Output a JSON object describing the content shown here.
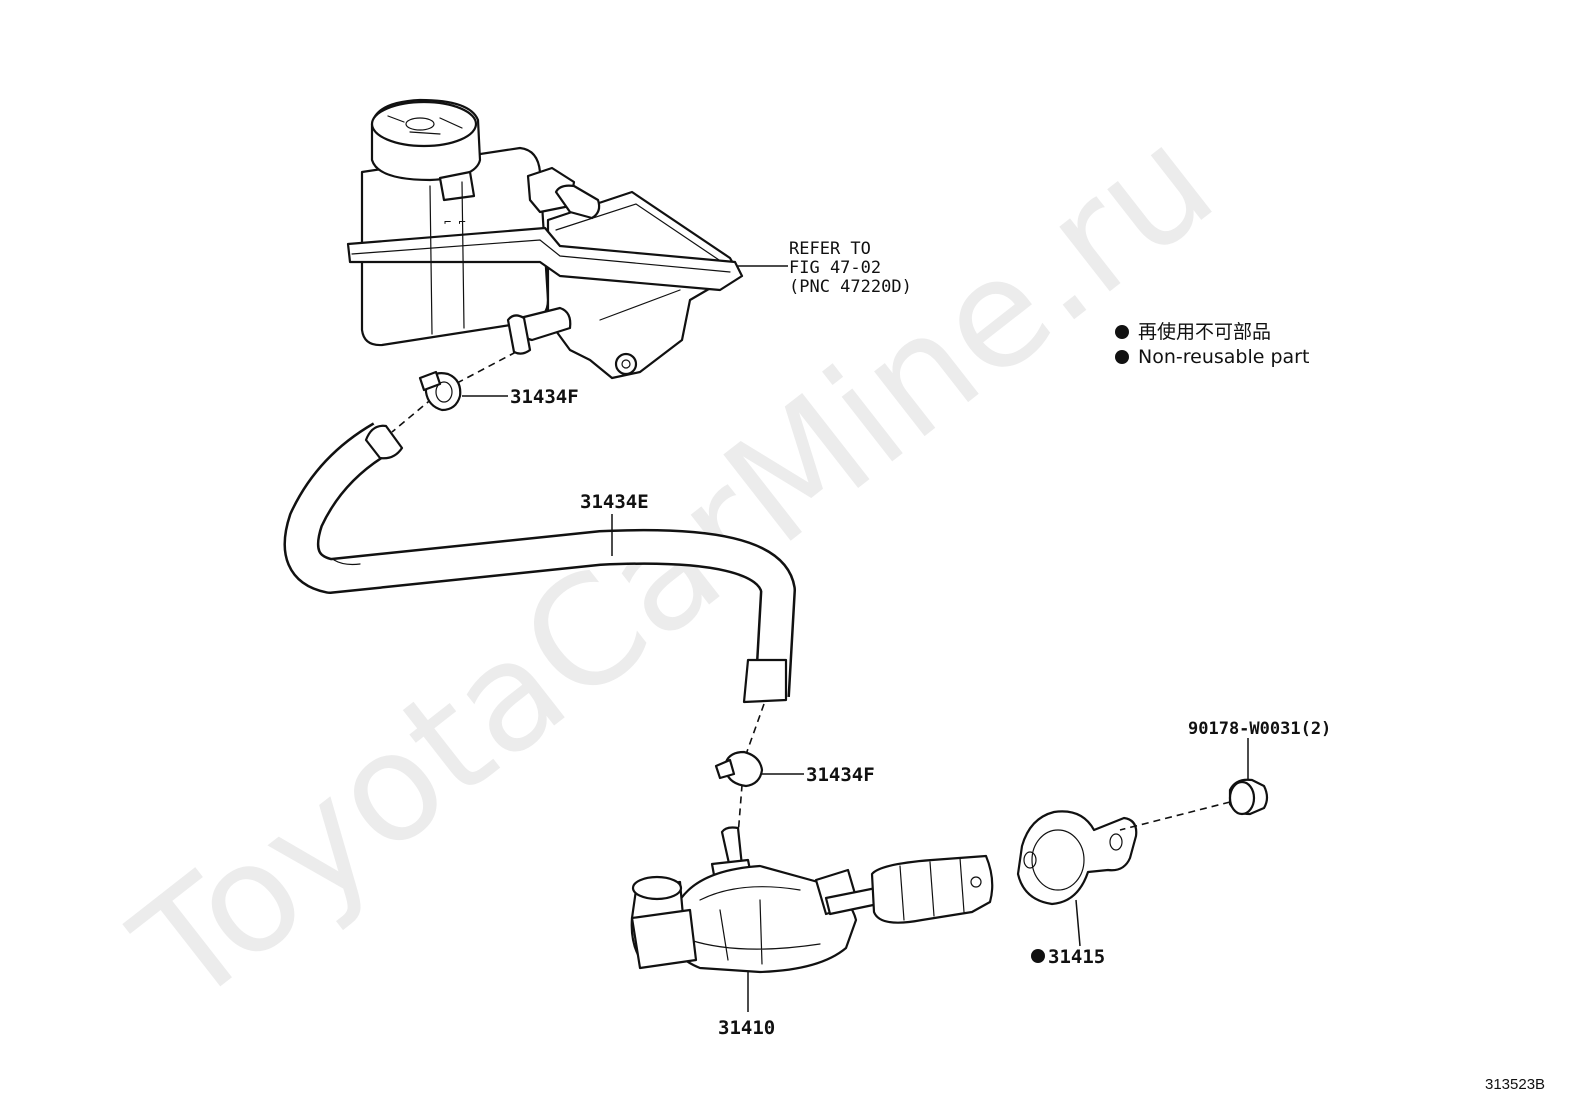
{
  "watermark": "ToyotaCarMine.ru",
  "reference": {
    "line1": "REFER TO",
    "line2": "FIG 47-02",
    "line3": "(PNC 47220D)"
  },
  "legend": {
    "japanese": "再使用不可部品",
    "english": "Non-reusable part"
  },
  "parts": {
    "clip_upper": "31434F",
    "hose": "31434E",
    "clip_lower": "31434F",
    "bolt": "90178-W0031(2)",
    "gasket": "31415",
    "cylinder": "31410"
  },
  "figure_number": "313523B"
}
